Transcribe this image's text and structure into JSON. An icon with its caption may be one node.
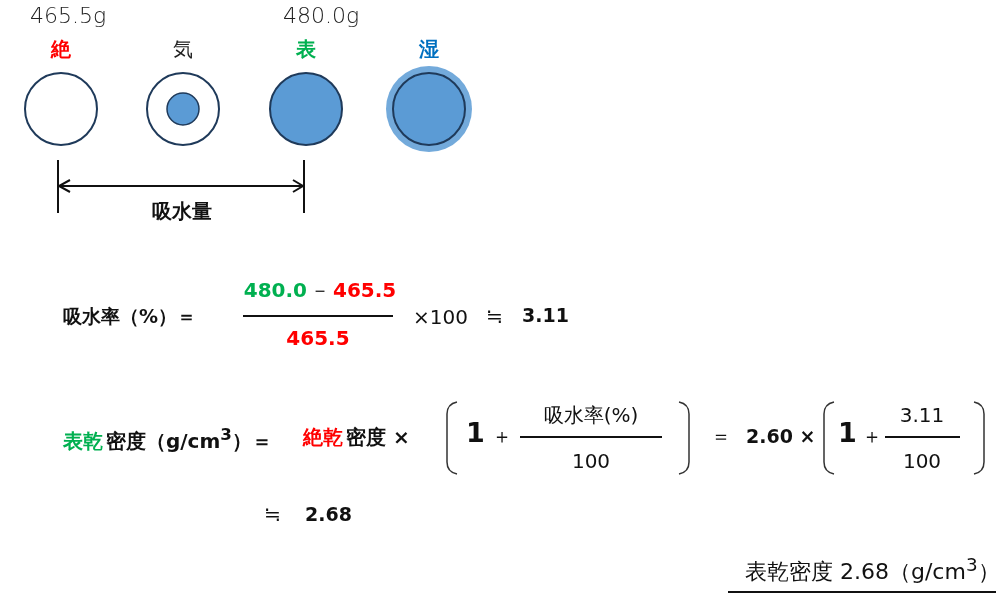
{
  "diagram": {
    "nodes": [
      {
        "text": [
          "絶"
        ],
        "beside": [
          "465.5g"
        ]
      },
      {
        "text": [
          "気"
        ]
      },
      {
        "text": [
          "表"
        ],
        "beside": [
          "480.0g"
        ]
      },
      {
        "text": [
          "湿"
        ]
      }
    ],
    "labels": [
      "吸水量",
      "吸水率（%）＝",
      "480.0",
      "－",
      "465.5",
      "465.5",
      "×100",
      "≒",
      "3.11",
      "表乾",
      "密度（g/cm$^{3}$）＝",
      "絶乾",
      "密度 ×",
      "1",
      "＋",
      "吸水率(%)",
      "100",
      "＝",
      "2.60 ×",
      "1",
      "＋",
      "3.11",
      "100",
      "≒",
      "2.68",
      "表乾密度 2.68（g/cm$^{3}$）"
    ]
  }
}
